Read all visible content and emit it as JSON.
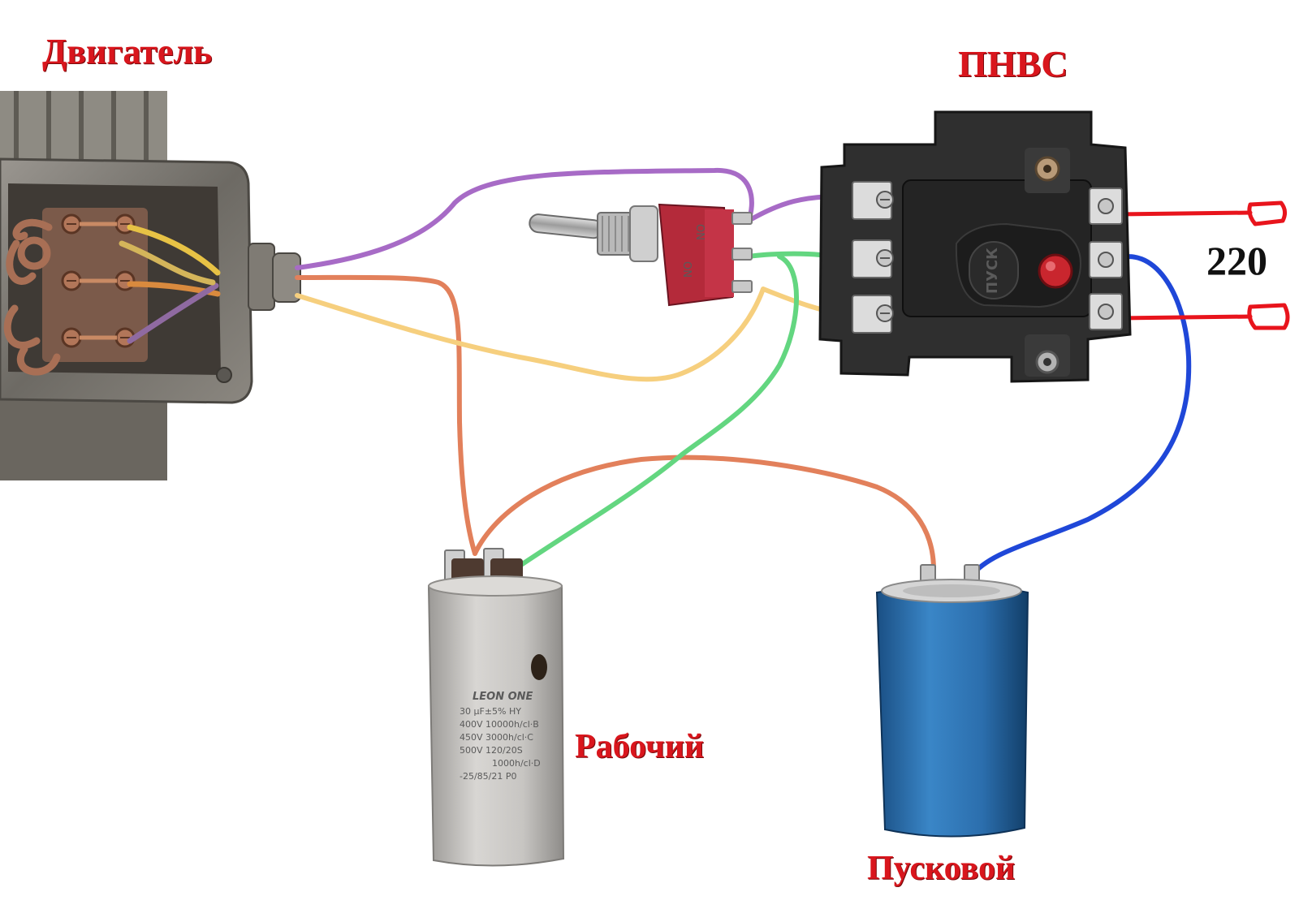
{
  "labels": {
    "motor": "Двигатель",
    "switch_block": "ПНВС",
    "voltage": "220",
    "run_capacitor": "Рабочий",
    "start_capacitor": "Пусковой"
  },
  "toggle_switch": {
    "marks": [
      "ON",
      "ON"
    ]
  },
  "switch_block_button": {
    "text": "ПУСК"
  },
  "run_capacitor_print": {
    "brand": "LEON ONE",
    "lines": [
      "30 μF±5%    HY",
      "400V 10000h/cl·B",
      "450V 3000h/cl·C",
      "500V    120/20S",
      "1000h/cl·D",
      "-25/85/21  P0"
    ]
  },
  "colors": {
    "mains": "#e8141c",
    "violet": "#a76bc6",
    "orange": "#e2805b",
    "yellow": "#f6cf7e",
    "green": "#63d680",
    "blue": "#1f47d8",
    "label_red": "#d9161d"
  },
  "icons": {
    "terminal": "screw-terminal-icon",
    "plug": "plug-end-icon"
  }
}
